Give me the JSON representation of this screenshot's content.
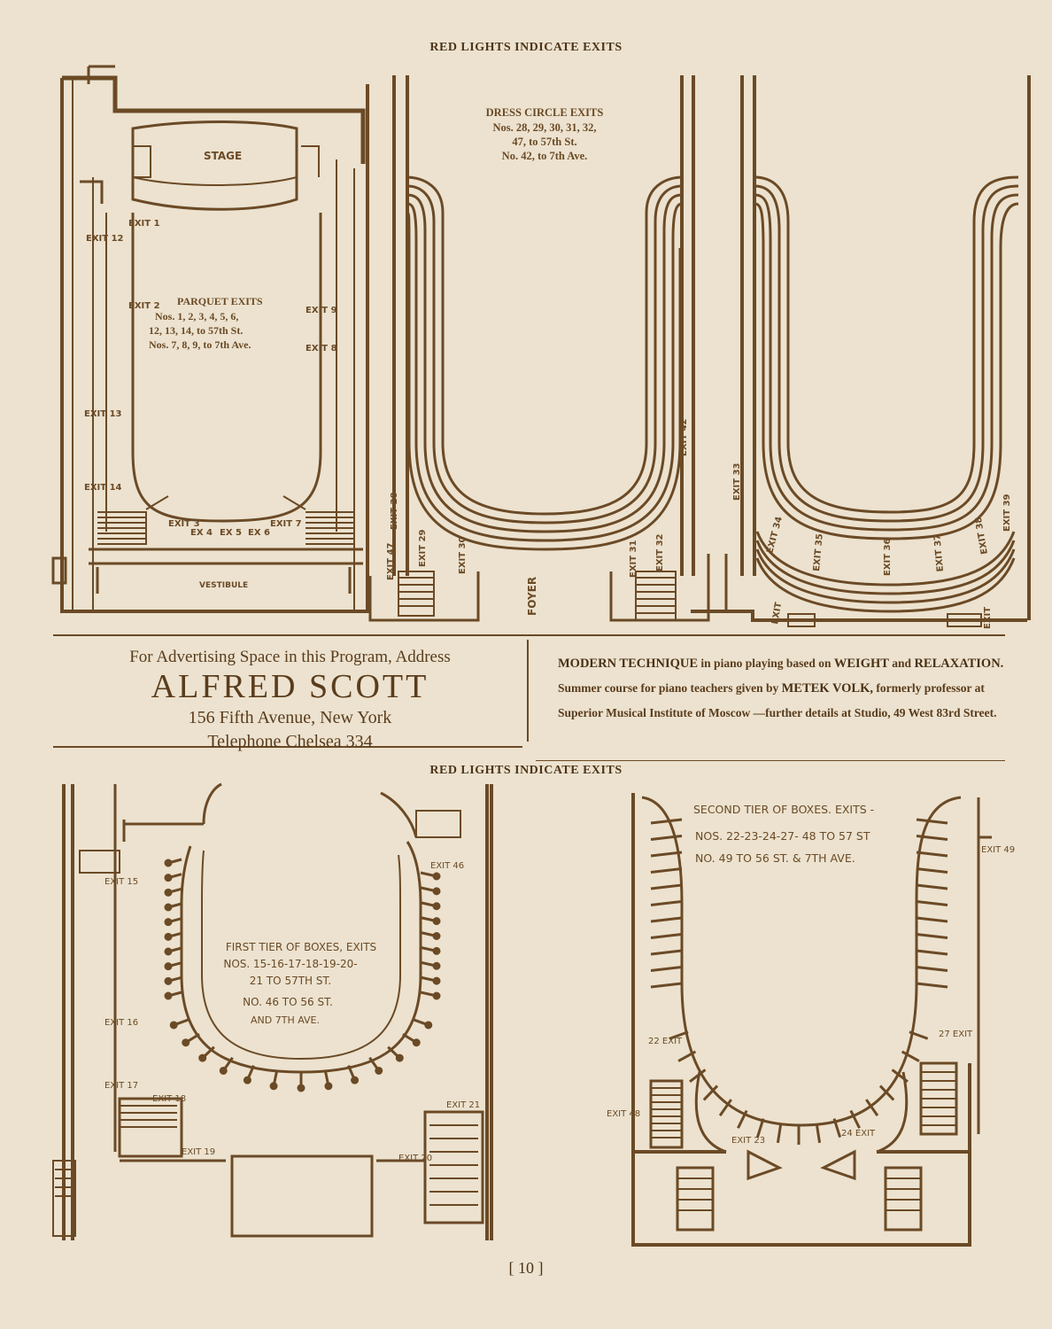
{
  "top_header": "RED LIGHTS INDICATE EXITS",
  "bottom_header": "RED LIGHTS INDICATE EXITS",
  "parquet": {
    "stage": "STAGE",
    "vestibule": "VESTIBULE",
    "title": "PARQUET EXITS",
    "line1": "Nos. 1, 2, 3, 4, 5, 6,",
    "line2": "12, 13, 14, to 57th St.",
    "line3": "Nos. 7, 8, 9, to 7th Ave.",
    "exits": [
      "EXIT 1",
      "EXIT 2",
      "EXIT 3",
      "EX 4",
      "EX 5",
      "EX 6",
      "EXIT 7",
      "EXIT 8",
      "EXIT 9",
      "EXIT 12",
      "EXIT 13",
      "EXIT 14"
    ]
  },
  "dress_circle": {
    "title": "DRESS CIRCLE EXITS",
    "line1": "Nos. 28, 29, 30, 31, 32,",
    "line2": "47, to 57th St.",
    "line3": "No. 42, to 7th Ave.",
    "foyer": "FOYER",
    "exits": [
      "EXIT 28",
      "EXIT 29",
      "EXIT 30",
      "EXIT 31",
      "EXIT 32",
      "EXIT 42",
      "EXIT 47"
    ]
  },
  "balcony": {
    "exits": [
      "EXIT 33",
      "EXIT 34",
      "EXIT 35",
      "EXIT 36",
      "EXIT 37",
      "EXIT 38",
      "EXIT 39",
      "EXIT",
      "EXIT"
    ]
  },
  "advert_left": {
    "line1": "For Advertising Space in this Program, Address",
    "name": "ALFRED SCOTT",
    "address": "156 Fifth Avenue, New York",
    "phone": "Telephone Chelsea 334"
  },
  "advert_right": {
    "lead": "MODERN TECHNIQUE",
    "t1": " in piano playing based on ",
    "w1": "WEIGHT",
    "t2": " and ",
    "w2": "RELAXATION.",
    "t3": " Summer course for piano teachers given by ",
    "w3": "METEK VOLK,",
    "t4": " formerly professor at Superior Musical Institute of Moscow —further details at Studio, 49 West 83rd Street."
  },
  "first_tier": {
    "line1": "FIRST TIER OF BOXES, EXITS",
    "line2": "NOS. 15-16-17-18-19-20-",
    "line3": "21 TO 57TH ST.",
    "line4": "NO. 46 TO 56 ST.",
    "line5": "AND 7TH AVE.",
    "exits": [
      "EXIT 15",
      "EXIT 16",
      "EXIT 17",
      "EXIT 18",
      "EXIT 19",
      "EXIT 20",
      "EXIT 21",
      "EXIT 46"
    ]
  },
  "second_tier": {
    "line1": "SECOND TIER OF BOXES. EXITS -",
    "line2": "NOS. 22-23-24-27- 48 TO 57 ST",
    "line3": "NO. 49 TO 56 ST. & 7TH AVE.",
    "exits": [
      "22 EXIT",
      "EXIT 23",
      "24 EXIT",
      "27 EXIT",
      "EXIT 48",
      "EXIT 49"
    ]
  },
  "page_number": "[ 10 ]",
  "colors": {
    "paper": "#ece2cf",
    "ink": "#6b4a26"
  }
}
